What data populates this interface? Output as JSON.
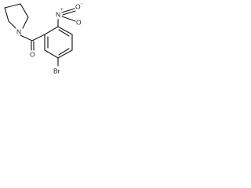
{
  "molecule": {
    "atoms": {
      "pyrrolidine_nitrogen": "N",
      "carbonyl_oxygen": "O",
      "nitro_nitrogen": "N",
      "nitro_charge_plus": "+",
      "nitro_oxygen_upper": "O",
      "nitro_charge_minus": "-",
      "nitro_oxygen_lower": "O",
      "bromine": "Br"
    },
    "colors": {
      "ink": "#1a1a1a",
      "background": "#ffffff"
    }
  }
}
